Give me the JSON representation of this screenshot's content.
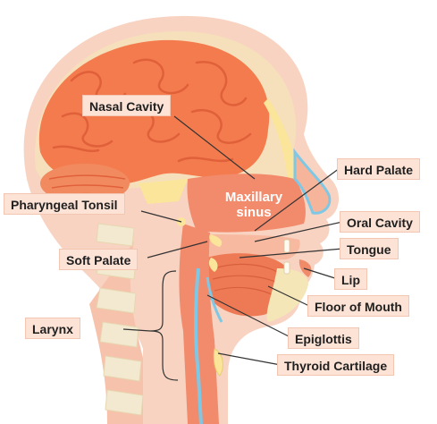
{
  "diagram": {
    "labels": {
      "nasal_cavity": "Nasal Cavity",
      "hard_palate": "Hard Palate",
      "pharyngeal_tonsil": "Pharyngeal Tonsil",
      "oral_cavity": "Oral Cavity",
      "tongue": "Tongue",
      "soft_palate": "Soft Palate",
      "lip": "Lip",
      "floor_of_mouth": "Floor of Mouth",
      "larynx": "Larynx",
      "epiglottis": "Epiglottis",
      "thyroid_cartilage": "Thyroid Cartilage"
    },
    "inner_labels": {
      "maxillary_line1": "Maxillary",
      "maxillary_line2": "sinus"
    }
  },
  "colors": {
    "label_bg": "#fde3d6",
    "brain": "#f47b4e",
    "skin": "#f6c9b4",
    "tissue": "#f08a68",
    "bone": "#f5e6b8",
    "airway": "#7ec8e6",
    "leader_line": "#333333"
  }
}
